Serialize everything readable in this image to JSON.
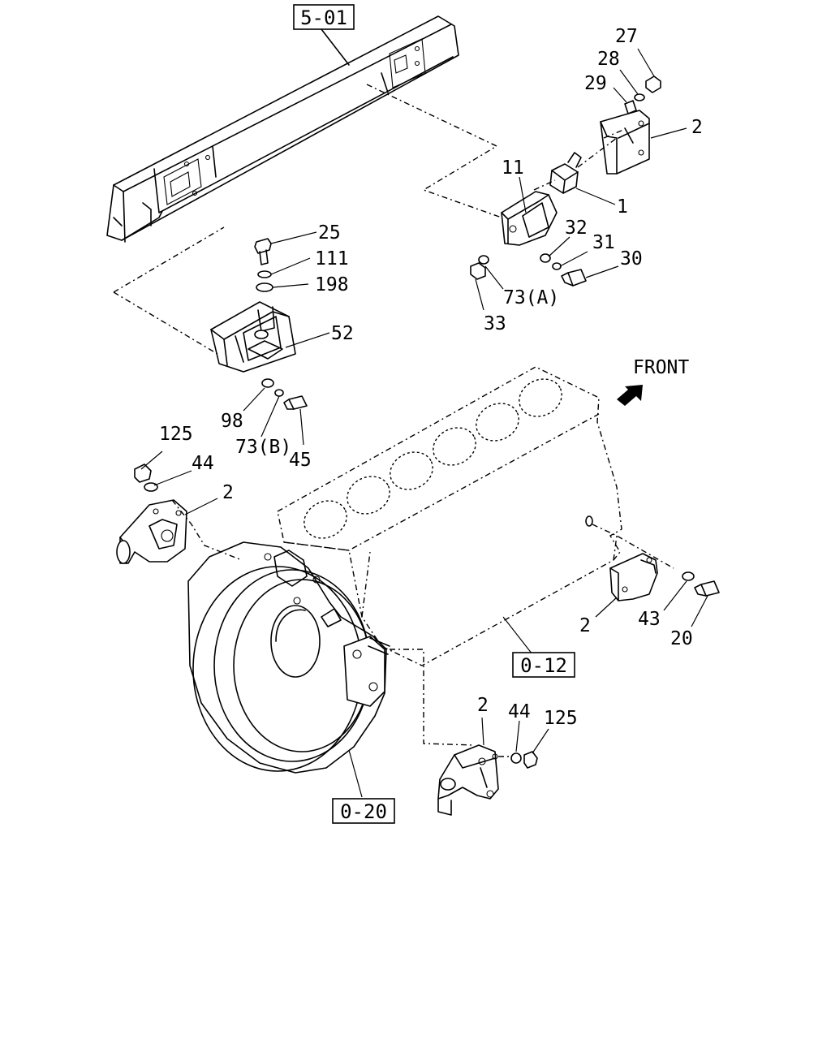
{
  "references": {
    "frame": "5-01",
    "engine": "0-12",
    "flywheel_housing": "0-20"
  },
  "direction": {
    "label": "FRONT"
  },
  "callouts": {
    "c27": "27",
    "c28": "28",
    "c29": "29",
    "c2_top": "2",
    "c1": "1",
    "c11": "11",
    "c32": "32",
    "c31": "31",
    "c30": "30",
    "c73a": "73(A)",
    "c33": "33",
    "c25": "25",
    "c111": "111",
    "c198": "198",
    "c52": "52",
    "c98": "98",
    "c73b": "73(B)",
    "c45": "45",
    "c125_left": "125",
    "c44_left": "44",
    "c2_left": "2",
    "c2_right": "2",
    "c43": "43",
    "c20": "20",
    "c2_bottom": "2",
    "c44_bottom": "44",
    "c125_bottom": "125"
  }
}
